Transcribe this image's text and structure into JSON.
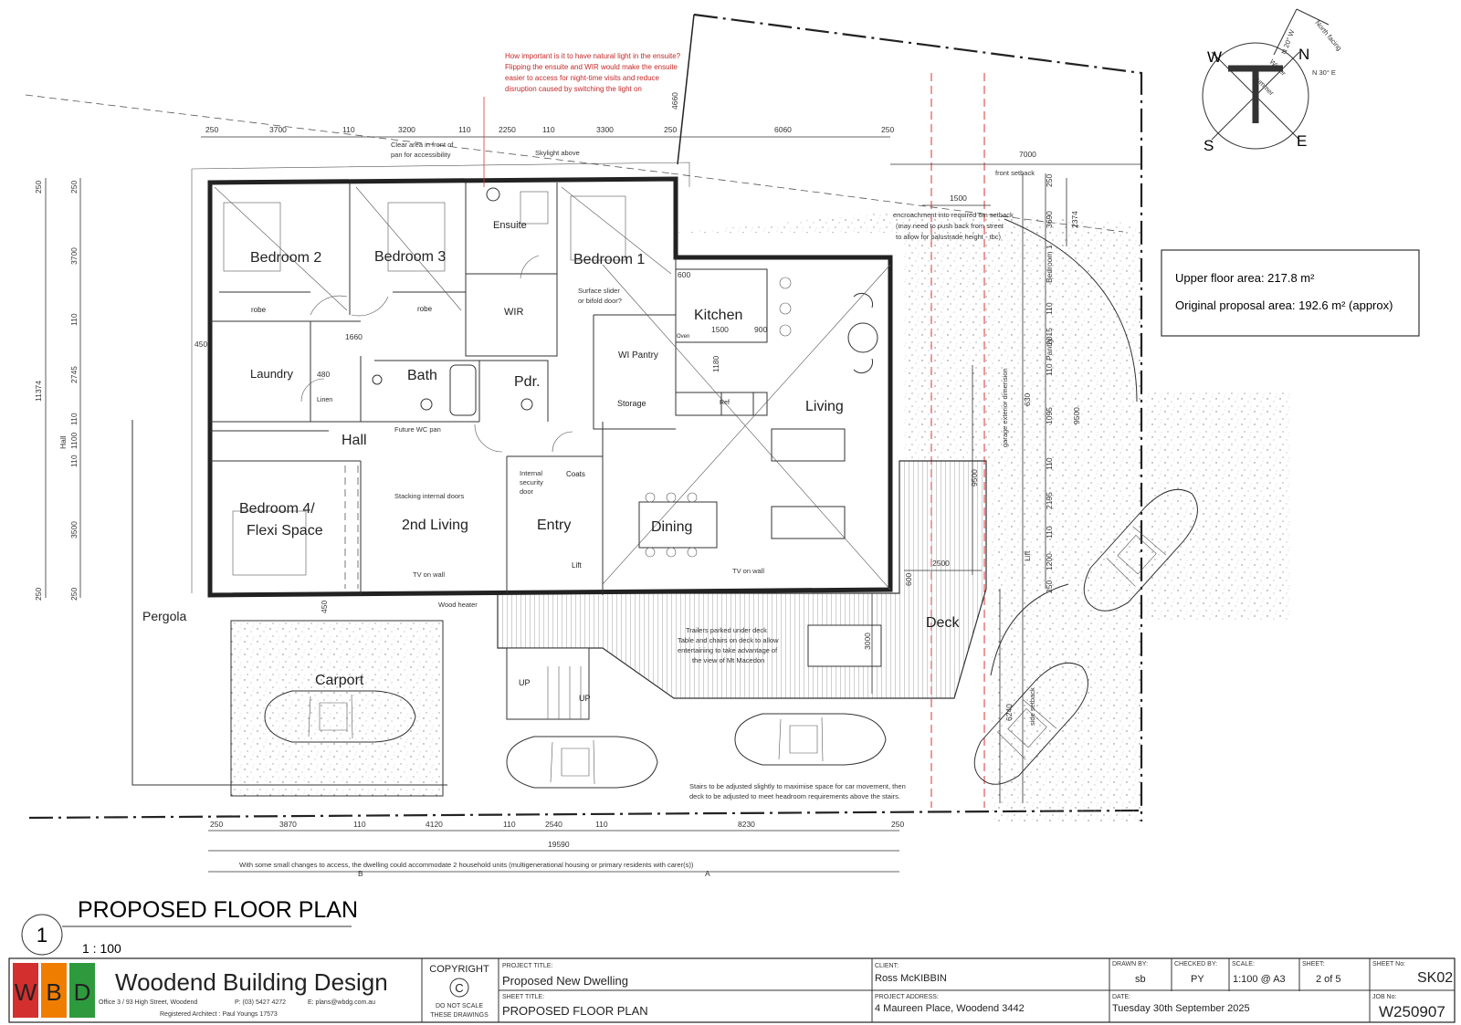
{
  "drawing": {
    "title": "PROPOSED FLOOR PLAN",
    "number": "1",
    "scale": "1 : 100"
  },
  "rooms": {
    "bedroom2": "Bedroom 2",
    "bedroom3": "Bedroom 3",
    "bedroom1": "Bedroom 1",
    "ensuite": "Ensuite",
    "wir": "WIR",
    "kitchen": "Kitchen",
    "laundry": "Laundry",
    "bath": "Bath",
    "pdr": "Pdr.",
    "wi_pantry": "WI Pantry",
    "storage": "Storage",
    "living": "Living",
    "hall": "Hall",
    "bedroom4_line1": "Bedroom 4/",
    "bedroom4_line2": "Flexi Space",
    "second_living": "2nd Living",
    "entry": "Entry",
    "dining": "Dining",
    "deck": "Deck",
    "carport": "Carport",
    "pergola": "Pergola",
    "linen": "Linen",
    "coats": "Coats",
    "lift": "Lift",
    "robe": "robe",
    "oven": "Oven",
    "ref": "Ref",
    "up": "UP"
  },
  "notes": {
    "clear_area": [
      "Clear area in front of",
      "pan for accessibility"
    ],
    "skylight": "Skylight above",
    "surface_slider": [
      "Surface slider",
      "or bifold door?"
    ],
    "future_wc": "Future WC pan",
    "stacking_doors": "Stacking internal doors",
    "internal_door": [
      "Internal",
      "security",
      "door"
    ],
    "tv_on_wall": "TV on wall",
    "wood_heater": "Wood heater",
    "trailers": [
      "Trailers parked under deck",
      "Table and chairs on deck to allow",
      "entertaining to take advantage of",
      "the view of Mt Macedon"
    ],
    "stairs": [
      "Stairs to be adjusted slightly to maximise space for car movement, then",
      "deck to be adjusted to meet headroom requirements above the stairs."
    ],
    "front_setback": "front setback",
    "encroachment": [
      "encroachment into required 6m setback",
      "(may need to push back from street",
      "to allow for balustrade height - tbc)"
    ],
    "garage_dim": "garage exterior dimension",
    "side_setback": "side setback",
    "households": "With some small changes to access, the dwelling could accommodate 2 household units (multigenerational housing or primary residents with carer(s))",
    "ensuite_question": [
      "How important is it to have natural light in the ensuite?",
      "Flipping the ensuite and WIR would make the ensuite",
      "easier to access for night-time visits and reduce",
      "disruption caused by switching the light on"
    ]
  },
  "area_box": {
    "upper_floor": "Upper floor area: 217.8 m²",
    "original": "Original proposal area: 192.6 m² (approx)"
  },
  "compass": {
    "n": "N",
    "e": "E",
    "s": "S",
    "w": "W",
    "north_facing": "North facing",
    "n20w": "N 20° W",
    "n30e": "N 30° E",
    "winter": "Winter",
    "summer": "Summer"
  },
  "dims_top": [
    "250",
    "3700",
    "110",
    "3200",
    "110",
    "2250",
    "110",
    "3300",
    "250",
    "6060",
    "250"
  ],
  "dims_misc": [
    "4660",
    "7000",
    "1500",
    "2374",
    "3690",
    "600",
    "1500",
    "900",
    "1180",
    "1660",
    "450",
    "450",
    "480",
    "2500",
    "600",
    "3000",
    "6240",
    "9500",
    "9500",
    "630",
    "Lift",
    "Bedroom 1",
    "Pantry"
  ],
  "dims_left": [
    "250",
    "250",
    "3700",
    "110",
    "2745",
    "110",
    "1100",
    "110",
    "3500",
    "250",
    "250",
    "11374",
    "Hall"
  ],
  "dims_right": [
    "250",
    "110",
    "2015",
    "110",
    "1095",
    "110",
    "2195",
    "110",
    "1200",
    "250"
  ],
  "dims_bottom": [
    "250",
    "3870",
    "110",
    "4120",
    "110",
    "2540",
    "110",
    "8230",
    "250"
  ],
  "dim_total": "19590",
  "section_marks": [
    "B",
    "A"
  ],
  "title_block": {
    "logo_letters": [
      "W",
      "B",
      "D"
    ],
    "firm": "Woodend Building Design",
    "address": "Office 3 / 93 High Street, Woodend",
    "phone": "P: (03) 5427 4272",
    "email": "E: plans@wbdg.com.au",
    "architect": "Registered Architect : Paul Youngs 17573",
    "copyright": "COPYRIGHT",
    "copyright_symbol": "C",
    "do_not_scale_1": "DO NOT SCALE",
    "do_not_scale_2": "THESE DRAWINGS",
    "project_title_label": "PROJECT TITLE:",
    "project_title": "Proposed New Dwelling",
    "sheet_title_label": "SHEET TITLE:",
    "sheet_title": "PROPOSED FLOOR PLAN",
    "client_label": "CLIENT:",
    "client": "Ross McKIBBIN",
    "project_address_label": "PROJECT ADDRESS:",
    "project_address": "4 Maureen Place, Woodend 3442",
    "drawn_by_label": "DRAWN BY:",
    "drawn_by": "sb",
    "checked_by_label": "CHECKED BY:",
    "checked_by": "PY",
    "scale_label": "SCALE:",
    "scale": "1:100 @ A3",
    "sheet_label": "SHEET:",
    "sheet": "2 of 5",
    "sheet_no_label": "SHEET No:",
    "sheet_no": "SK02",
    "date_label": "DATE:",
    "date": "Tuesday 30th September 2025",
    "job_no_label": "JOB No:",
    "job_no": "W250907"
  },
  "colors": {
    "ink": "#222222",
    "red_note": "#c62828",
    "logo_red": "#d32f2f",
    "logo_orange": "#ef7d00",
    "logo_green": "#2e9a3e"
  }
}
